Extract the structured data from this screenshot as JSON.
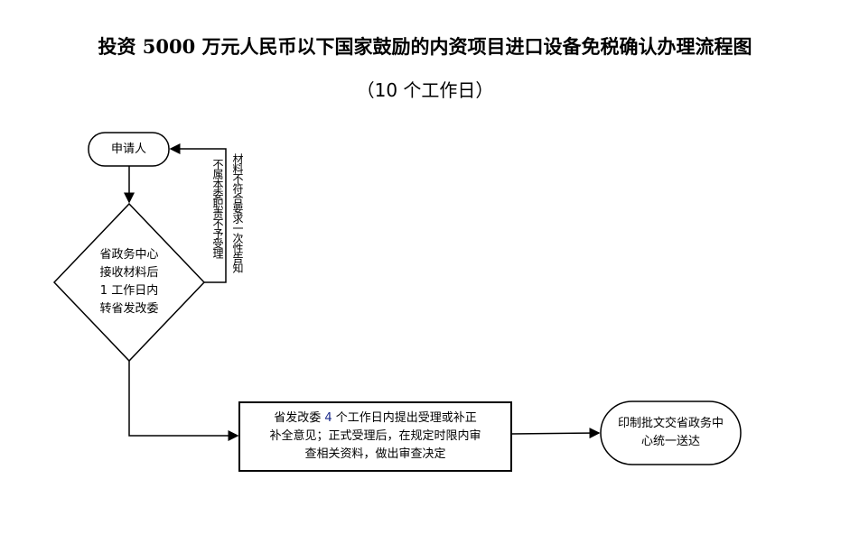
{
  "title": "投资 5000 万元人民币以下国家鼓励的内资项目进口设备免税确认办理流程图",
  "subtitle": "（10 个工作日）",
  "nodes": {
    "applicant": "申请人",
    "center_lines": [
      "省政务中心",
      "接收材料后",
      "1 工作日内",
      "转省发改委"
    ],
    "review_prefix": "省发改委 ",
    "review_days": "4",
    "review_line1_rest": " 个工作日内提出受理或补正",
    "review_line2": "补全意见；正式受理后，在规定时限内审",
    "review_line3": "查相关资料，做出审查决定",
    "result": "印制批文交省政务中心统一送达"
  },
  "feedback": {
    "not_in_scope": "不属本委职责不予受理",
    "incomplete": "材料不符合要求一次性告知"
  }
}
